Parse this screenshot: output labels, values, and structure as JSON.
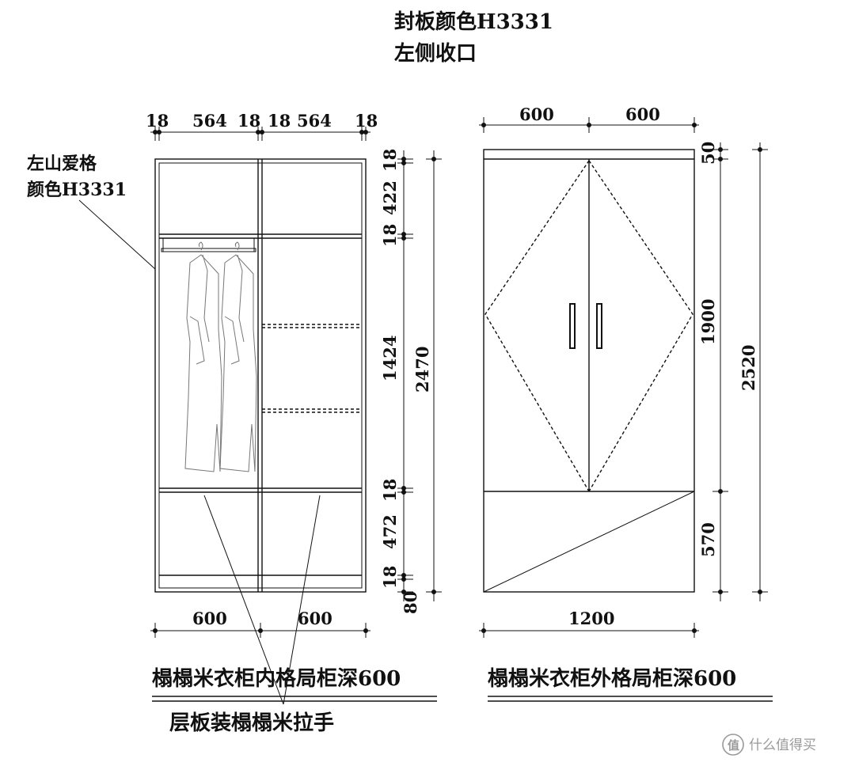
{
  "header": {
    "line1": "封板颜色H3331",
    "line2": "左侧收口"
  },
  "left_drawing": {
    "side_note_line1": "左山爱格",
    "side_note_line2": "颜色H3331",
    "top_dims": [
      "18",
      "564",
      "18",
      "18",
      "564",
      "18"
    ],
    "right_dims": [
      "18",
      "422",
      "18",
      "1424",
      "18",
      "472",
      "18",
      "80"
    ],
    "total_height": "2470",
    "bottom_dims": [
      "600",
      "600"
    ],
    "title": "榻榻米衣柜内格局柜深600",
    "subtitle": "层板装榻榻米拉手"
  },
  "right_drawing": {
    "top_dims": [
      "600",
      "600"
    ],
    "right_dims": [
      "50",
      "1900",
      "570"
    ],
    "total_height": "2520",
    "bottom_dim": "1200",
    "title": "榻榻米衣柜外格局柜深600"
  },
  "watermark": {
    "icon": "zhi-logo-icon",
    "text": "什么值得买"
  }
}
